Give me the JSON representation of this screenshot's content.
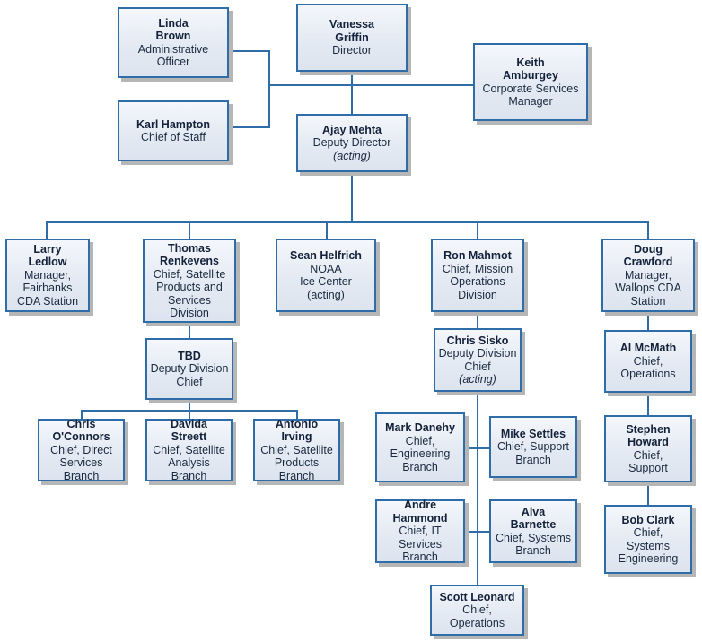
{
  "diagram": {
    "type": "org-chart",
    "title": "NOAA Office Organizational Chart",
    "colors": {
      "node_border": "#2E6DA8",
      "node_fill_top": "#f4f7fb",
      "node_fill_bottom": "#dce4ef",
      "connector": "#2E6DA8",
      "shadow": "#b6b6b6",
      "text": "#1b2a41",
      "background": "#ffffff"
    },
    "nodes": [
      {
        "id": "vanessa-griffin",
        "name": "Vanessa\nGriffin",
        "name_lines": [
          "Vanessa",
          "Griffin"
        ],
        "title_lines": [
          "Director"
        ],
        "italic_lines": [],
        "level": 0
      },
      {
        "id": "linda-brown",
        "name_lines": [
          "Linda",
          "Brown"
        ],
        "title_lines": [
          "Administrative",
          "Officer"
        ],
        "italic_lines": [],
        "level": 1
      },
      {
        "id": "karl-hampton",
        "name_lines": [
          "Karl Hampton"
        ],
        "title_lines": [
          "Chief of Staff"
        ],
        "italic_lines": [],
        "level": 1
      },
      {
        "id": "keith-amburgey",
        "name_lines": [
          "Keith",
          "Amburgey"
        ],
        "title_lines": [
          "Corporate Services",
          "Manager"
        ],
        "italic_lines": [],
        "level": 1
      },
      {
        "id": "ajay-mehta",
        "name_lines": [
          "Ajay Mehta"
        ],
        "title_lines": [
          "Deputy Director"
        ],
        "italic_lines": [
          "(acting)"
        ],
        "level": 1
      },
      {
        "id": "larry-ledlow",
        "name_lines": [
          "Larry",
          "Ledlow"
        ],
        "title_lines": [
          "Manager,",
          "Fairbanks",
          "CDA Station"
        ],
        "italic_lines": [],
        "level": 2
      },
      {
        "id": "thomas-renkevens",
        "name_lines": [
          "Thomas",
          "Renkevens"
        ],
        "title_lines": [
          "Chief, Satellite",
          "Products and",
          "Services",
          "Division"
        ],
        "italic_lines": [],
        "level": 2
      },
      {
        "id": "sean-helfrich",
        "name_lines": [
          "Sean Helfrich"
        ],
        "title_lines": [
          "NOAA",
          "Ice Center",
          "(acting)"
        ],
        "italic_lines": [],
        "level": 2
      },
      {
        "id": "ron-mahmot",
        "name_lines": [
          "Ron Mahmot"
        ],
        "title_lines": [
          "Chief, Mission",
          "Operations",
          "Division"
        ],
        "italic_lines": [],
        "level": 2
      },
      {
        "id": "doug-crawford",
        "name_lines": [
          "Doug",
          "Crawford"
        ],
        "title_lines": [
          "Manager,",
          "Wallops CDA",
          "Station"
        ],
        "italic_lines": [],
        "level": 2
      },
      {
        "id": "tbd",
        "name_lines": [
          "TBD"
        ],
        "title_lines": [
          "Deputy Division",
          "Chief"
        ],
        "italic_lines": [],
        "level": 3
      },
      {
        "id": "chris-sisko",
        "name_lines": [
          "Chris Sisko"
        ],
        "title_lines": [
          "Deputy Division",
          "Chief"
        ],
        "italic_lines": [
          "(acting)"
        ],
        "level": 3
      },
      {
        "id": "al-mcmath",
        "name_lines": [
          "Al McMath"
        ],
        "title_lines": [
          "Chief,",
          "Operations"
        ],
        "italic_lines": [],
        "level": 3
      },
      {
        "id": "chris-oconnors",
        "name_lines": [
          "Chris",
          "O'Connors"
        ],
        "title_lines": [
          "Chief, Direct",
          "Services Branch"
        ],
        "italic_lines": [],
        "level": 4
      },
      {
        "id": "davida-streett",
        "name_lines": [
          "Davida",
          "Streett"
        ],
        "title_lines": [
          "Chief, Satellite",
          "Analysis Branch"
        ],
        "italic_lines": [],
        "level": 4
      },
      {
        "id": "antonio-irving",
        "name_lines": [
          "Antonio",
          "Irving"
        ],
        "title_lines": [
          "Chief, Satellite",
          "Products Branch"
        ],
        "italic_lines": [],
        "level": 4
      },
      {
        "id": "mark-danehy",
        "name_lines": [
          "Mark Danehy"
        ],
        "title_lines": [
          "Chief,",
          "Engineering",
          "Branch"
        ],
        "italic_lines": [],
        "level": 4
      },
      {
        "id": "mike-settles",
        "name_lines": [
          "Mike Settles"
        ],
        "title_lines": [
          "Chief, Support",
          "Branch"
        ],
        "italic_lines": [],
        "level": 4
      },
      {
        "id": "andre-hammond",
        "name_lines": [
          "Andre",
          "Hammond"
        ],
        "title_lines": [
          "Chief, IT",
          "Services Branch"
        ],
        "italic_lines": [],
        "level": 4
      },
      {
        "id": "alva-barnette",
        "name_lines": [
          "Alva",
          "Barnette"
        ],
        "title_lines": [
          "Chief, Systems",
          "Branch"
        ],
        "italic_lines": [],
        "level": 4
      },
      {
        "id": "scott-leonard",
        "name_lines": [
          "Scott Leonard"
        ],
        "title_lines": [
          "Chief,",
          "Operations"
        ],
        "italic_lines": [],
        "level": 4
      },
      {
        "id": "stephen-howard",
        "name_lines": [
          "Stephen",
          "Howard"
        ],
        "title_lines": [
          "Chief,",
          "Support"
        ],
        "italic_lines": [],
        "level": 4
      },
      {
        "id": "bob-clark",
        "name_lines": [
          "Bob Clark"
        ],
        "title_lines": [
          "Chief,",
          "Systems",
          "Engineering"
        ],
        "italic_lines": [],
        "level": 4
      }
    ]
  }
}
